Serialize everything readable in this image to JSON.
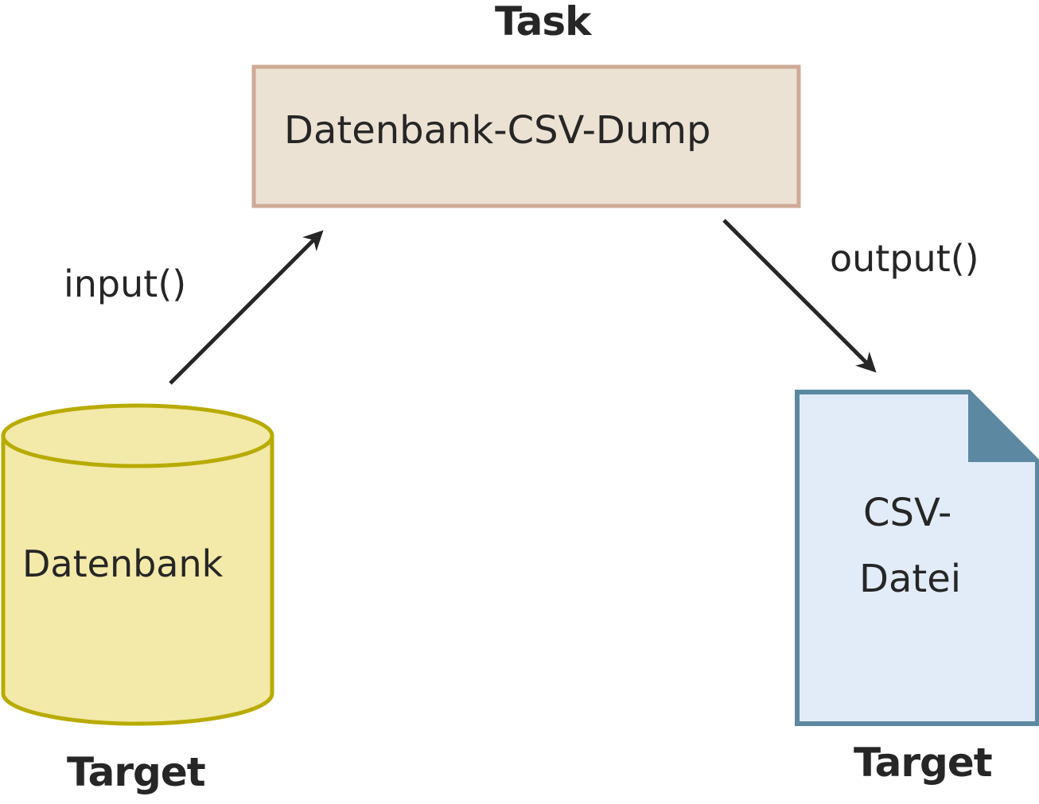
{
  "task": {
    "heading": "Task",
    "box_label": "Datenbank-CSV-Dump"
  },
  "source": {
    "shape": "database-cylinder",
    "label": "Datenbank",
    "caption": "Target"
  },
  "destination": {
    "shape": "document-file",
    "label_line1": "CSV-",
    "label_line2": "Datei",
    "caption": "Target"
  },
  "edges": {
    "input_label": "input()",
    "output_label": "output()"
  },
  "colors": {
    "task_fill": "#ebe2d3",
    "task_border": "#ceab97",
    "db_fill": "#f3e9a9",
    "db_border": "#b8ab00",
    "doc_fill": "#e2ecf8",
    "doc_border": "#5c88a2",
    "arrow": "#262626"
  }
}
